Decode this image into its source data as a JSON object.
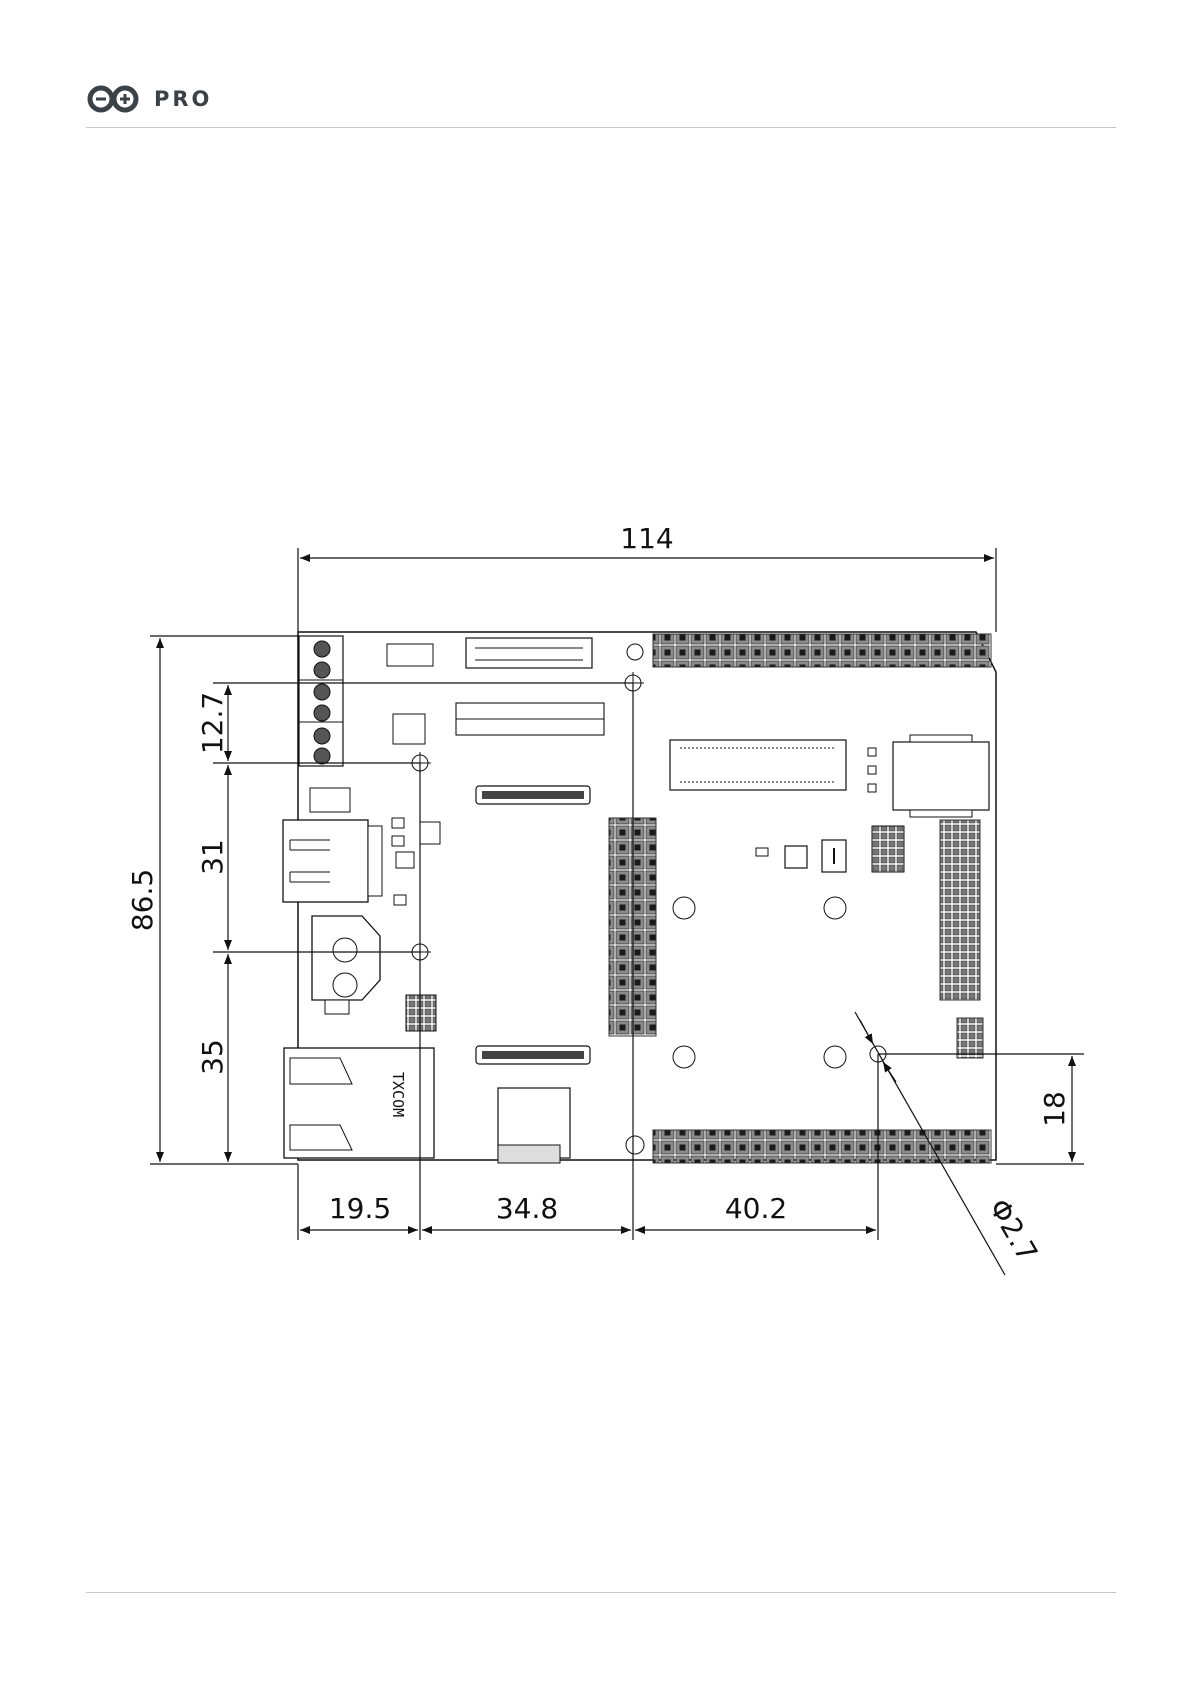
{
  "header": {
    "logo_text": "PRO"
  },
  "diagram": {
    "dimensions": {
      "width_total": "114",
      "height_total": "86.5",
      "hole_spacing_12_7": "12.7",
      "hole_spacing_31": "31",
      "hole_spacing_35": "35",
      "offset_19_5": "19.5",
      "offset_34_8": "34.8",
      "offset_40_2": "40.2",
      "offset_18": "18",
      "hole_diameter": "Φ2.7"
    },
    "connector_label": "TXCOM"
  },
  "colors": {
    "line": "#111111",
    "rule": "#c8c8c8",
    "logo": "#3a4248"
  }
}
